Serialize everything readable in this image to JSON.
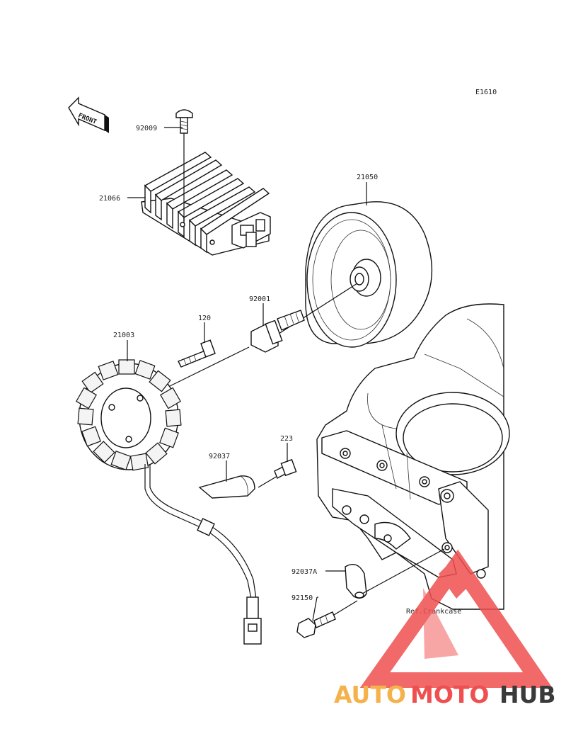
{
  "diagram_code": "E1610",
  "front_label": "FRONT",
  "parts": {
    "regulator_screw": "92009",
    "regulator": "21066",
    "flywheel": "21050",
    "flywheel_bolt": "92001",
    "stator_bolt": "120",
    "stator": "21003",
    "plate": "92037",
    "plate_bolt": "223",
    "clamp": "92037A",
    "clamp_bolt": "92150"
  },
  "ref_label": "Ref.Crankcase",
  "watermark": {
    "text_auto": "AUTO",
    "text_moto": "MOTO",
    "text_hub": "HUB",
    "colors": {
      "auto": "#f5b24b",
      "moto": "#ef4f4f",
      "hub": "#3a3a3a",
      "triangle": "#ef4f4f"
    }
  }
}
